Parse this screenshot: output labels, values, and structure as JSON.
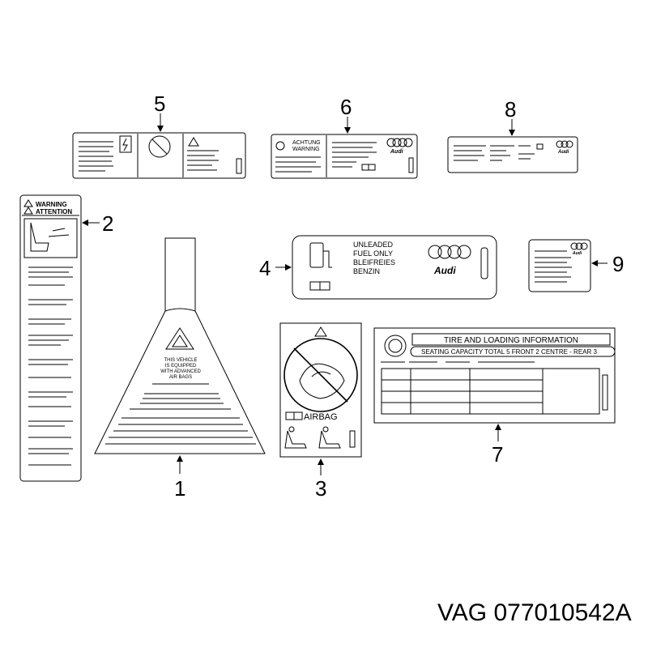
{
  "callouts": {
    "c1": "1",
    "c2": "2",
    "c3": "3",
    "c4": "4",
    "c5": "5",
    "c6": "6",
    "c7": "7",
    "c8": "8",
    "c9": "9"
  },
  "label2": {
    "line1": "WARNING",
    "line2": "ATTENTION"
  },
  "label1": {
    "line1": "THIS VEHICLE",
    "line2": "IS EQUIPPED",
    "line3": "WITH ADVANCED",
    "line4": "AIR BAGS"
  },
  "label6": {
    "line1": "ACHTUNG",
    "line2": "WARNING",
    "brand": "Audi"
  },
  "label4": {
    "line1": "UNLEADED",
    "line2": "FUEL ONLY",
    "line3": "BLEIFREIES",
    "line4": "BENZIN",
    "brand": "Audi"
  },
  "label3": {
    "airbag": "AIRBAG"
  },
  "label7": {
    "title": "TIRE AND LOADING INFORMATION",
    "seating": "SEATING CAPACITY TOTAL 5 FRONT 2 CENTRE - REAR 3"
  },
  "label8": {
    "brand": "Audi"
  },
  "label9": {
    "brand": "Audi"
  },
  "part_number": "VAG 077010542A"
}
